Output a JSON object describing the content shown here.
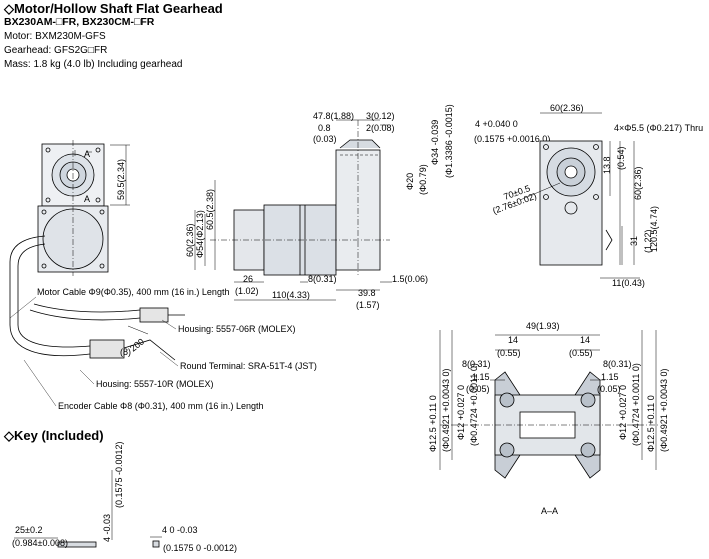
{
  "header": {
    "title": "◇Motor/Hollow Shaft Flat Gearhead",
    "models": "BX230AM-□FR, BX230CM-□FR",
    "motor": "Motor: BXM230M-GFS",
    "gearhead": "Gearhead: GFS2G□FR",
    "mass": "Mass: 1.8 kg (4.0 lb) Including gearhead"
  },
  "key_section": {
    "title": "◇Key (Included)"
  },
  "labels": {
    "motor_cable": "Motor Cable Φ9(Φ0.35), 400 mm (16 in.) Length",
    "housing_6r": "Housing: 5557-06R (MOLEX)",
    "round_terminal": "Round Terminal: SRA-51T-4 (JST)",
    "housing_10r": "Housing: 5557-10R (MOLEX)",
    "encoder_cable": "Encoder Cable Φ8 (Φ0.31), 400 mm (16 in.) Length",
    "thru": "4×Φ5.5 (Φ0.217) Thru",
    "section": "A–A",
    "mark_a": "A",
    "cable_200": "200",
    "cable_8": "(8)"
  },
  "dims": {
    "d_59_5": "59.5(2.34)",
    "d_60_238": "60.5(2.38)",
    "d_60_236": "60(2.36)",
    "d_54": "Φ54(Φ2.13)",
    "d_26": "26",
    "d_102": "(1.02)",
    "d_8": "8(0.31)",
    "d_110": "110(4.33)",
    "d_39": "39.8",
    "d_157": "(1.57)",
    "d_15": "1.5(0.06)",
    "d_478": "47.8(1.88)",
    "d_3": "3(0.12)",
    "d_2": "2(0.08)",
    "d_08": "0.8",
    "d_003": "(0.03)",
    "d_34": "Φ34 -0.039",
    "d_13386": "(Φ1.3386 -0.0015)",
    "d_20": "Φ20",
    "d_079": "(Φ0.79)",
    "d_4key": "4 +0.040 0",
    "d_01575": "(0.1575 +0.0016 0)",
    "d_60top": "60(2.36)",
    "d_138": "13.8",
    "d_054": "(0.54)",
    "d_60r": "60(2.36)",
    "d_1205": "120.5(4.74)",
    "d_31": "31",
    "d_122": "(1.22)",
    "d_11": "11(0.43)",
    "d_70": "70±0.5",
    "d_276": "(2.76±0.02)",
    "d_49": "49(1.93)",
    "d_14": "14",
    "d_055": "(0.55)",
    "d_8s": "8(0.31)",
    "d_115": "1.15",
    "d_005": "(0.05)",
    "d_125": "Φ12.5 +0.11 0",
    "d_04921": "(Φ0.4921 +0.0043 0)",
    "d_12": "Φ12 +0.027 0",
    "d_04724": "(Φ0.4724 +0.0011 0)",
    "k_25": "25±0.2",
    "k_0984": "(0.984±0.008)",
    "k_4": "4 -0.03",
    "k_01575": "(0.1575 -0.0012)",
    "k_4b": "4 0 -0.03",
    "k_01575b": "(0.1575 0 -0.0012)"
  }
}
